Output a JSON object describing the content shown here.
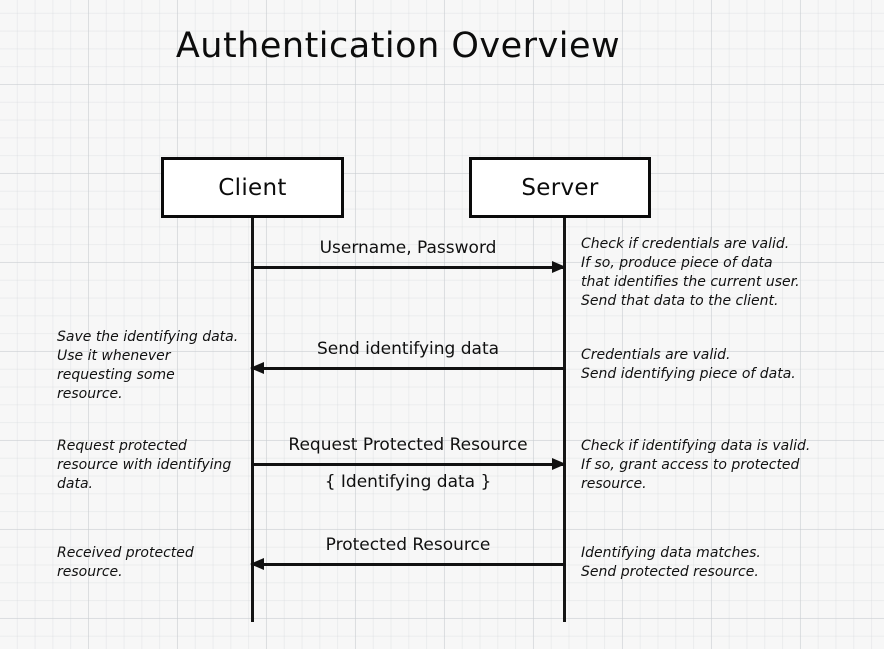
{
  "diagram": {
    "title": "Authentication Overview",
    "type": "sequence-diagram"
  },
  "participants": [
    {
      "id": "client",
      "label": "Client"
    },
    {
      "id": "server",
      "label": "Server"
    }
  ],
  "messages": [
    {
      "id": "msg-1",
      "direction": "right",
      "from": "client",
      "to": "server",
      "label_above": "Username, Password",
      "label_below": ""
    },
    {
      "id": "msg-2",
      "direction": "left",
      "from": "server",
      "to": "client",
      "label_above": "Send identifying data",
      "label_below": ""
    },
    {
      "id": "msg-3",
      "direction": "right",
      "from": "client",
      "to": "server",
      "label_above": "Request Protected Resource",
      "label_below": "{ Identifying data }"
    },
    {
      "id": "msg-4",
      "direction": "left",
      "from": "server",
      "to": "client",
      "label_above": "Protected Resource",
      "label_below": ""
    }
  ],
  "notes": {
    "left": [
      {
        "id": "note-left-2",
        "lines": [
          "Save the identifying data.",
          "Use it whenever",
          "requesting some",
          "resource."
        ]
      },
      {
        "id": "note-left-3",
        "lines": [
          "Request protected",
          "resource with identifying",
          "data."
        ]
      },
      {
        "id": "note-left-4",
        "lines": [
          "Received protected",
          "resource."
        ]
      }
    ],
    "right": [
      {
        "id": "note-right-1",
        "lines": [
          "Check if credentials are valid.",
          "If so, produce piece of data",
          "that identifies the current user.",
          "Send that data to the client."
        ]
      },
      {
        "id": "note-right-2",
        "lines": [
          "Credentials are valid.",
          "Send identifying piece of data."
        ]
      },
      {
        "id": "note-right-3",
        "lines": [
          "Check if identifying data is valid.",
          "If so, grant access to protected",
          "resource."
        ]
      },
      {
        "id": "note-right-4",
        "lines": [
          "Identifying data matches.",
          "Send protected resource."
        ]
      }
    ]
  },
  "colors": {
    "background": "#f7f7f7",
    "grid_line": "#c8ccd0",
    "stroke": "#0a0a0a",
    "box_fill": "#ffffff",
    "text": "#111111"
  }
}
